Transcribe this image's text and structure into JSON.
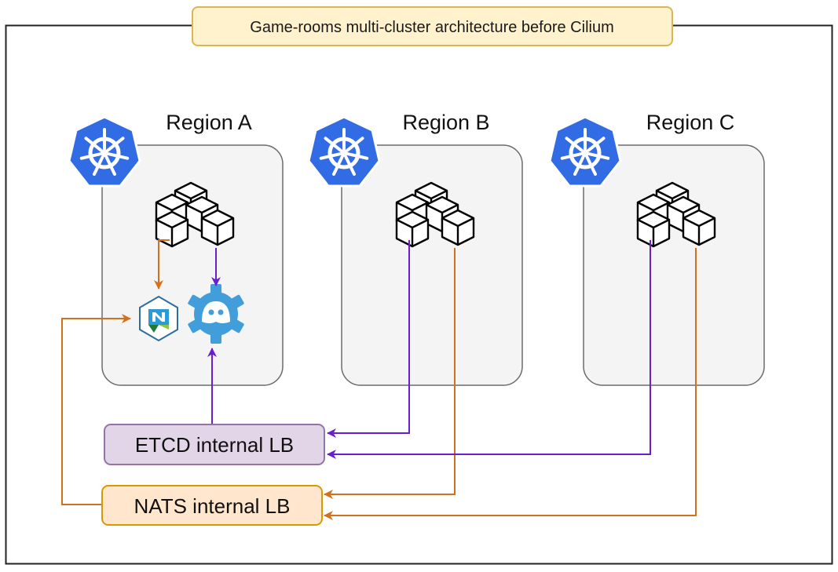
{
  "title": "Game-rooms multi-cluster architecture before Cilium",
  "regions": [
    {
      "label": "Region A"
    },
    {
      "label": "Region B"
    },
    {
      "label": "Region C"
    }
  ],
  "load_balancers": {
    "etcd": "ETCD internal LB",
    "nats": "NATS internal LB"
  },
  "colors": {
    "etcd_link": "#6a1fcf",
    "nats_link": "#d3701c",
    "region_fill": "#f4f4f4",
    "region_stroke": "#6b6b6b",
    "title_fill": "#fff2cc",
    "title_stroke": "#d6b656",
    "etcd_lb_fill": "#e1d5e7",
    "etcd_lb_stroke": "#9673a6",
    "nats_lb_fill": "#ffe6cc",
    "nats_lb_stroke": "#d79b00",
    "kubernetes_blue": "#326ce5",
    "etcd_blue": "#419eda"
  },
  "icons": {
    "kubernetes": "kubernetes-icon",
    "containers": "containers-icon",
    "nats": "nats-icon",
    "etcd": "etcd-icon"
  }
}
